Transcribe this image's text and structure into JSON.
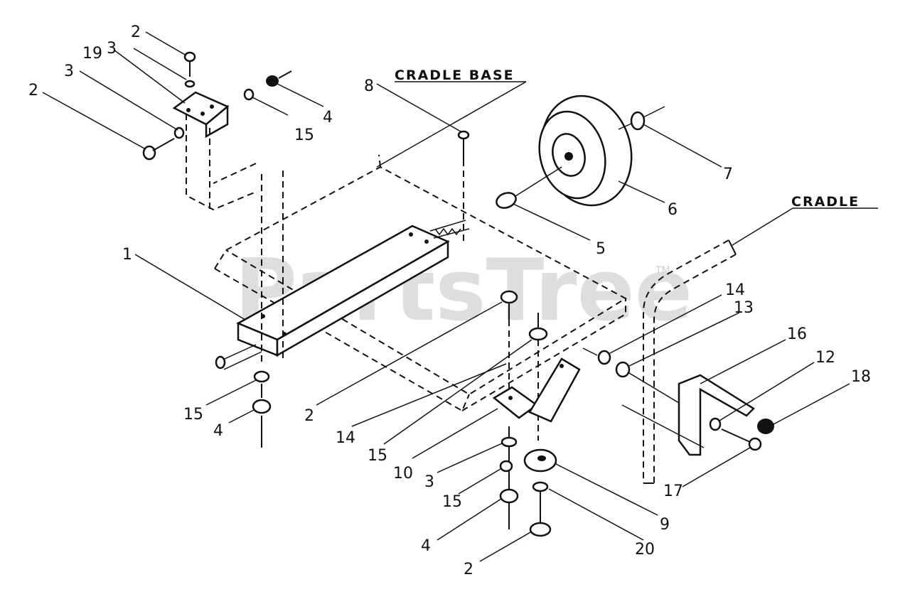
{
  "watermark": {
    "text": "PartsTree",
    "mark": "TM"
  },
  "titles": {
    "cradle_base": "CRADLE BASE",
    "cradle": "CRADLE"
  },
  "callouts": {
    "c1": "1",
    "c2a": "2",
    "c2b": "2",
    "c2c": "2",
    "c2d": "2",
    "c3a": "3",
    "c3b": "3",
    "c3c": "3",
    "c4a": "4",
    "c4b": "4",
    "c4c": "4",
    "c5": "5",
    "c6": "6",
    "c7": "7",
    "c8": "8",
    "c9": "9",
    "c10": "10",
    "c12": "12",
    "c13": "13",
    "c14a": "14",
    "c14b": "14",
    "c15a": "15",
    "c15b": "15",
    "c15c": "15",
    "c15d": "15",
    "c16": "16",
    "c17": "17",
    "c18": "18",
    "c19": "19",
    "c20": "20"
  }
}
